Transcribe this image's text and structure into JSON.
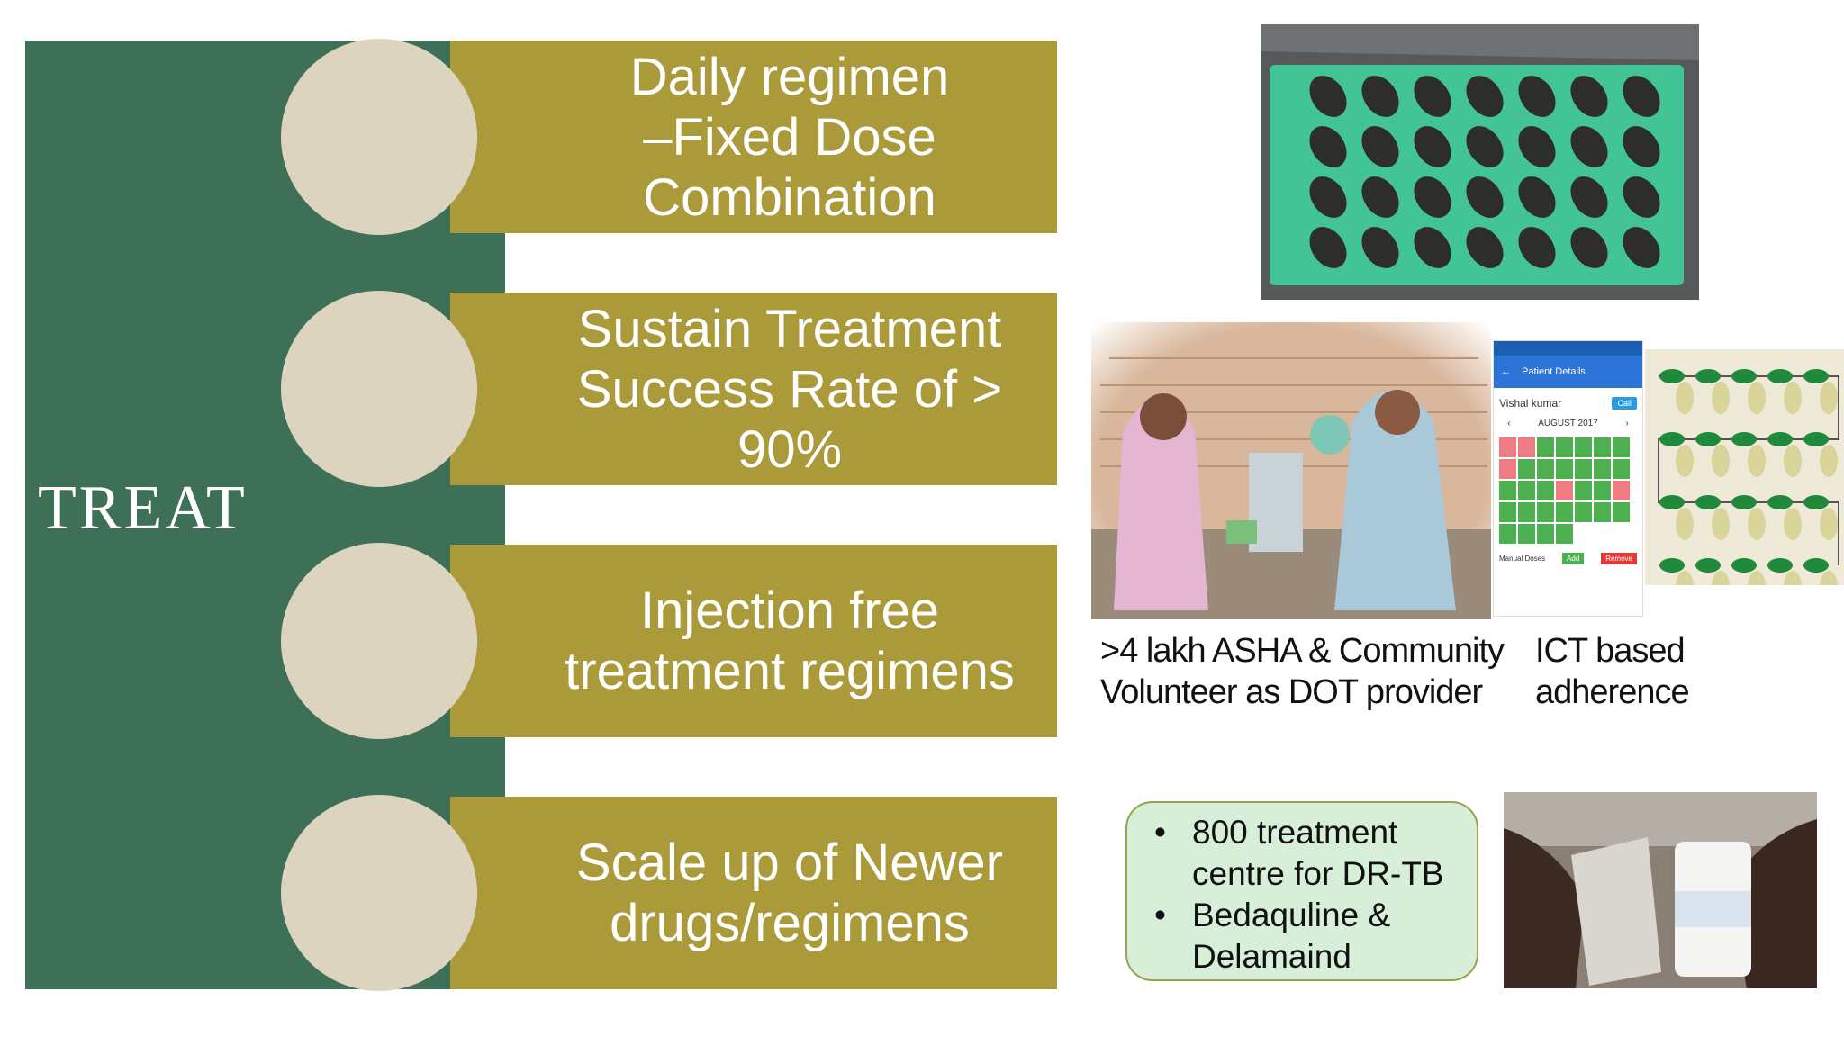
{
  "left": {
    "section_label": "TREAT",
    "items": [
      {
        "lines": [
          "Daily regimen",
          "–Fixed Dose",
          "Combination"
        ]
      },
      {
        "lines": [
          "Sustain Treatment",
          "Success Rate of >",
          "90%"
        ]
      },
      {
        "lines": [
          "Injection free",
          "treatment regimens"
        ]
      },
      {
        "lines": [
          "Scale up of Newer",
          "drugs/regimens"
        ]
      }
    ]
  },
  "phone": {
    "header": "Patient Details",
    "patient_name": "Vishal kumar",
    "call_button": "Call",
    "month": "AUGUST 2017",
    "footer_label": "Manual Doses",
    "add_button": "Add",
    "remove_button": "Remove"
  },
  "captions": {
    "asha_line1": ">4 lakh ASHA & Community",
    "asha_line2": "Volunteer as DOT provider",
    "ict": "ICT based adherence"
  },
  "info": {
    "bullets": [
      [
        "800 treatment",
        "centre for DR-TB"
      ],
      [
        "Bedaquline &",
        "Delamaind"
      ]
    ]
  },
  "colors": {
    "panel_green": "#3d7057",
    "banner_olive": "#ab9a3a",
    "circle_beige": "#ddd4c0",
    "info_box_bg": "#d7efd9"
  }
}
